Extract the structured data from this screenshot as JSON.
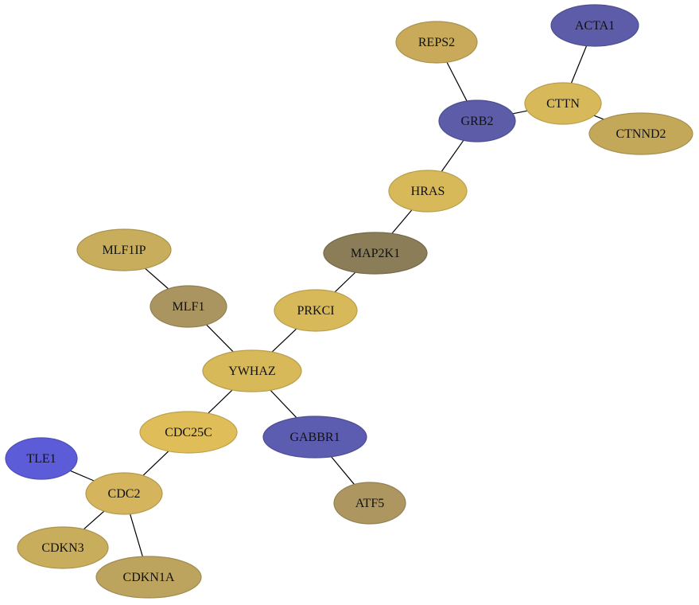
{
  "nodes": {
    "ACTA1": {
      "label": "ACTA1",
      "color": "#5c5ca8"
    },
    "REPS2": {
      "label": "REPS2",
      "color": "#c8aa5a"
    },
    "CTTN": {
      "label": "CTTN",
      "color": "#d8b95a"
    },
    "GRB2": {
      "label": "GRB2",
      "color": "#5c5ca8"
    },
    "CTNND2": {
      "label": "CTNND2",
      "color": "#c4a85a"
    },
    "HRAS": {
      "label": "HRAS",
      "color": "#d8b95a"
    },
    "MAP2K1": {
      "label": "MAP2K1",
      "color": "#8b7d58"
    },
    "MLF1IP": {
      "label": "MLF1IP",
      "color": "#c8ad5c"
    },
    "MLF1": {
      "label": "MLF1",
      "color": "#aa9560"
    },
    "PRKCI": {
      "label": "PRKCI",
      "color": "#d8b95a"
    },
    "YWHAZ": {
      "label": "YWHAZ",
      "color": "#d8b95a"
    },
    "CDC25C": {
      "label": "CDC25C",
      "color": "#dfbd58"
    },
    "GABBR1": {
      "label": "GABBR1",
      "color": "#5c5cb0"
    },
    "TLE1": {
      "label": "TLE1",
      "color": "#5c5cd8"
    },
    "CDC2": {
      "label": "CDC2",
      "color": "#d4b45c"
    },
    "ATF5": {
      "label": "ATF5",
      "color": "#ad9660"
    },
    "CDKN3": {
      "label": "CDKN3",
      "color": "#c8ad5c"
    },
    "CDKN1A": {
      "label": "CDKN1A",
      "color": "#bca35e"
    }
  },
  "edges": [
    [
      "ACTA1",
      "CTTN"
    ],
    [
      "REPS2",
      "GRB2"
    ],
    [
      "GRB2",
      "CTTN"
    ],
    [
      "CTTN",
      "CTNND2"
    ],
    [
      "GRB2",
      "HRAS"
    ],
    [
      "HRAS",
      "MAP2K1"
    ],
    [
      "MAP2K1",
      "PRKCI"
    ],
    [
      "PRKCI",
      "YWHAZ"
    ],
    [
      "MLF1IP",
      "MLF1"
    ],
    [
      "MLF1",
      "YWHAZ"
    ],
    [
      "YWHAZ",
      "CDC25C"
    ],
    [
      "YWHAZ",
      "GABBR1"
    ],
    [
      "GABBR1",
      "ATF5"
    ],
    [
      "CDC25C",
      "CDC2"
    ],
    [
      "TLE1",
      "CDC2"
    ],
    [
      "CDC2",
      "CDKN3"
    ],
    [
      "CDC2",
      "CDKN1A"
    ]
  ]
}
